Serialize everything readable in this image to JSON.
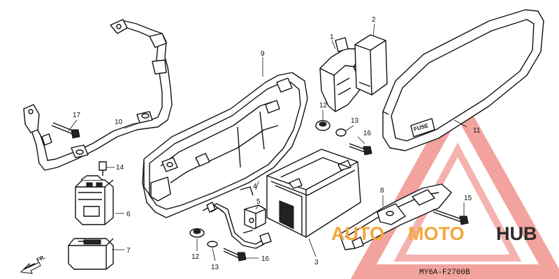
{
  "callouts": {
    "n1": "1",
    "n2": "2",
    "n3": "3",
    "n4": "4",
    "n5": "5",
    "n6": "6",
    "n7": "7",
    "n8": "8",
    "n9": "9",
    "n10": "10",
    "n11": "11",
    "n12a": "12",
    "n12b": "12",
    "n13a": "13",
    "n13b": "13",
    "n14": "14",
    "n15": "15",
    "n16a": "16",
    "n16b": "16",
    "n17": "17"
  },
  "fuse_label": "FUSE",
  "direction_label": "FR.",
  "drawing_code": "MY6A-F2700B",
  "watermark": {
    "part1": "AUTO",
    "part2": "MOTO",
    "part3": "HUB",
    "colors": {
      "accent": "#f4a63b",
      "triangle": "#e33a2e",
      "dark": "#2d2d2d"
    }
  }
}
